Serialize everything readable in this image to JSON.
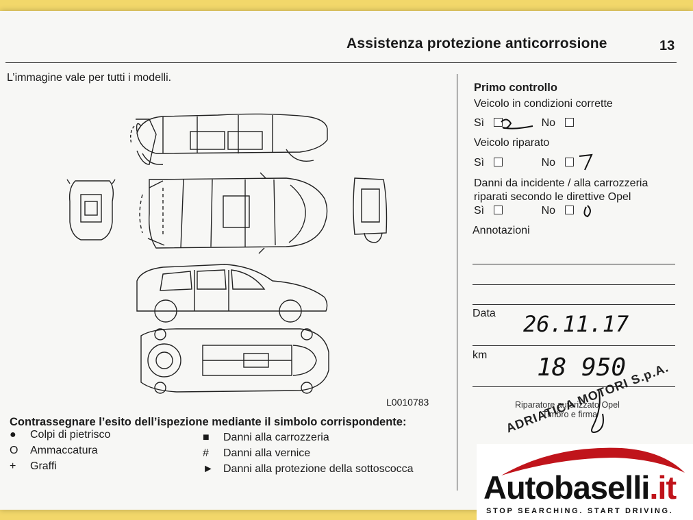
{
  "header": {
    "title": "Assistenza protezione anticorrosione",
    "page_number": "13"
  },
  "intro": "L’immagine vale per tutti i modelli.",
  "diagram_code": "L0010783",
  "legend": {
    "title": "Contrassegnare l’esito dell’ispezione mediante il simbolo corrispondente:",
    "items_left": [
      {
        "symbol": "●",
        "label": "Colpi di pietrisco"
      },
      {
        "symbol": "O",
        "label": "Ammaccatura"
      },
      {
        "symbol": "+",
        "label": "Graffi"
      }
    ],
    "items_right": [
      {
        "symbol": "■",
        "label": "Danni alla carrozzeria"
      },
      {
        "symbol": "#",
        "label": "Danni alla vernice"
      },
      {
        "symbol": "►",
        "label": "Danni alla protezione della sottoscocca"
      }
    ]
  },
  "form": {
    "title": "Primo controllo",
    "q1": "Veicolo in condizioni corrette",
    "q2": "Veicolo riparato",
    "q3_line1": "Danni da incidente / alla carrozzeria",
    "q3_line2": "riparati secondo le direttive Opel",
    "yes": "Sì",
    "no": "No",
    "notes_label": "Annotazioni",
    "date_label": "Data",
    "date_value": "26.11.17",
    "km_label": "km",
    "km_value": "18 950",
    "repairer": "Riparatore autorizzato Opel",
    "stamp_sign": "Timbro e firma",
    "stamp_company": "ADRIATICA MOTORI S.p.A."
  },
  "logo": {
    "name": "Autobaselli",
    "tld": ".it",
    "tagline": "STOP SEARCHING. START DRIVING."
  }
}
